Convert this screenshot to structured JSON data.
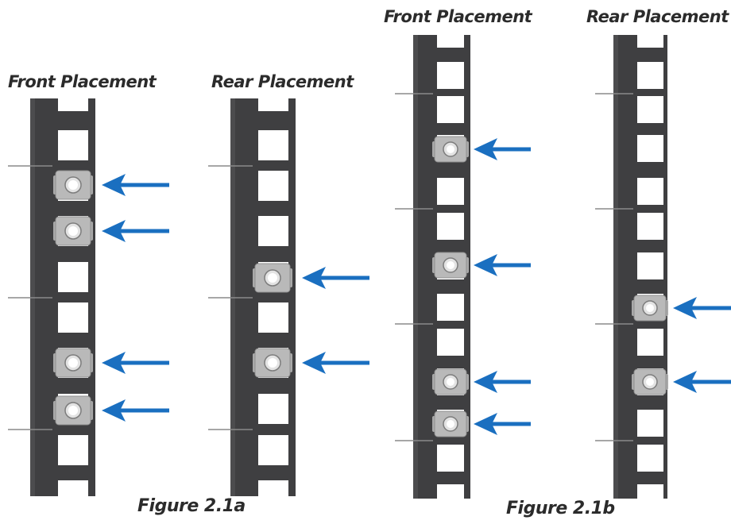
{
  "figure_a": {
    "caption": "Figure 2.1a",
    "front_label": "Front Placement",
    "rear_label": "Rear Placement"
  },
  "figure_b": {
    "caption": "Figure 2.1b",
    "front_label": "Front Placement",
    "rear_label": "Rear Placement"
  },
  "colors": {
    "rail": "#3f3f41",
    "rail_edge": "#58585a",
    "hole": "#ffffff",
    "nut": "#b9b9b9",
    "nut_inner": "#e3e3e3",
    "arrow": "#1a6fc0",
    "tick": "#8a8a8a",
    "text": "#2b2b2b"
  },
  "icons": [
    "cage-nut-icon",
    "arrow-left-icon"
  ]
}
